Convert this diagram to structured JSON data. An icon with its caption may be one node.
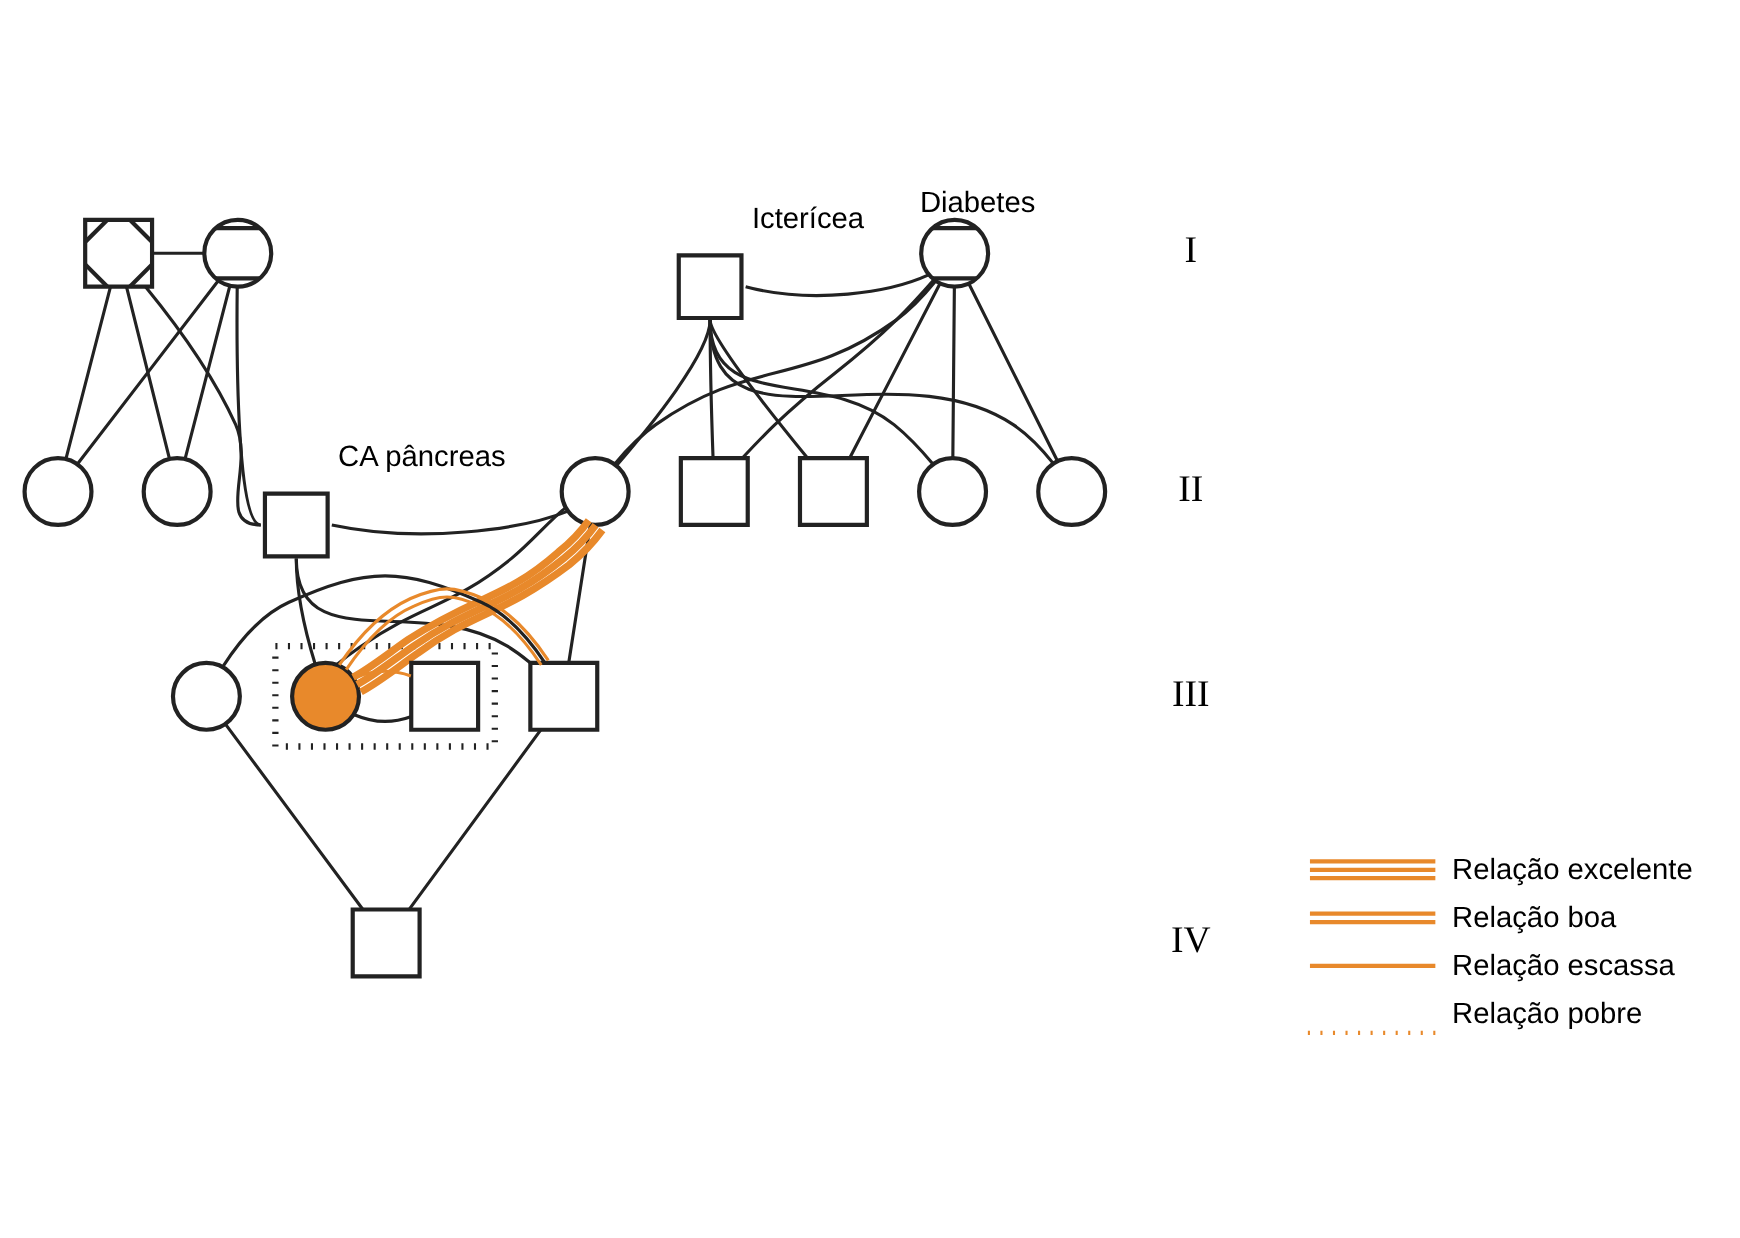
{
  "diagram": {
    "nodes": [
      {
        "text": [],
        "shape": "box"
      },
      {
        "text": [],
        "shape": "circle"
      },
      {
        "text": [],
        "shape": "box",
        "beside": [
          "Icterícea"
        ]
      },
      {
        "text": [],
        "shape": "circle",
        "beside": [
          "Diabetes"
        ]
      },
      {
        "text": [],
        "shape": "circle"
      },
      {
        "text": [],
        "shape": "circle"
      },
      {
        "text": [],
        "shape": "box",
        "beside": [
          "CA pâncreas"
        ]
      },
      {
        "text": [],
        "shape": "circle"
      },
      {
        "text": [],
        "shape": "box"
      },
      {
        "text": [],
        "shape": "box"
      },
      {
        "text": [],
        "shape": "circle"
      },
      {
        "text": [],
        "shape": "circle"
      },
      {
        "text": [],
        "shape": "circle"
      },
      {
        "text": [],
        "shape": "box"
      },
      {
        "text": [],
        "shape": "box"
      },
      {
        "text": [],
        "shape": "circle",
        "in": 14
      },
      {
        "text": [],
        "shape": "box",
        "in": 14
      },
      {
        "text": [],
        "shape": "box"
      }
    ],
    "edges": [
      {
        "from": 0,
        "to": 1,
        "arrow": "none"
      },
      {
        "from": 2,
        "to": 3,
        "arrow": "none"
      },
      {
        "from": 0,
        "to": 4,
        "arrow": "none"
      },
      {
        "from": 1,
        "to": 4,
        "arrow": "none"
      },
      {
        "from": 0,
        "to": 5,
        "arrow": "none"
      },
      {
        "from": 1,
        "to": 5,
        "arrow": "none"
      },
      {
        "from": 0,
        "to": 6,
        "arrow": "none"
      },
      {
        "from": 1,
        "to": 6,
        "arrow": "none"
      },
      {
        "from": 2,
        "to": 7,
        "arrow": "none"
      },
      {
        "from": 3,
        "to": 7,
        "arrow": "none"
      },
      {
        "from": 2,
        "to": 8,
        "arrow": "none"
      },
      {
        "from": 3,
        "to": 8,
        "arrow": "none"
      },
      {
        "from": 2,
        "to": 9,
        "arrow": "none"
      },
      {
        "from": 3,
        "to": 9,
        "arrow": "none"
      },
      {
        "from": 2,
        "to": 10,
        "arrow": "none"
      },
      {
        "from": 3,
        "to": 10,
        "arrow": "none"
      },
      {
        "from": 2,
        "to": 11,
        "arrow": "none"
      },
      {
        "from": 3,
        "to": 11,
        "arrow": "none"
      },
      {
        "from": 6,
        "to": 7,
        "arrow": "none"
      },
      {
        "from": 6,
        "to": 13,
        "arrow": "none"
      },
      {
        "from": 7,
        "to": 13,
        "arrow": "none"
      },
      {
        "from": 6,
        "to": 15,
        "arrow": "none"
      },
      {
        "from": 7,
        "to": 15,
        "arrow": "none"
      },
      {
        "from": 7,
        "to": 15,
        "arrow": "none",
        "style": "thick",
        "color": "#e8892b"
      },
      {
        "from": 12,
        "to": 13,
        "arrow": "none"
      },
      {
        "from": 13,
        "to": 15,
        "arrow": "none",
        "color": "#e8892b"
      },
      {
        "from": 15,
        "to": 16,
        "arrow": "none"
      },
      {
        "from": 15,
        "to": 16,
        "arrow": "none",
        "color": "#e8892b"
      },
      {
        "from": 12,
        "to": 17,
        "arrow": "none"
      },
      {
        "from": 13,
        "to": 17,
        "arrow": "none"
      }
    ],
    "labels": [
      "I",
      "II",
      "III",
      "IV"
    ],
    "legend": [
      {
        "text": "Relação excelente"
      },
      {
        "text": "Relação boa"
      },
      {
        "text": "Relação escassa"
      },
      {
        "text": "Relação pobre"
      }
    ]
  }
}
